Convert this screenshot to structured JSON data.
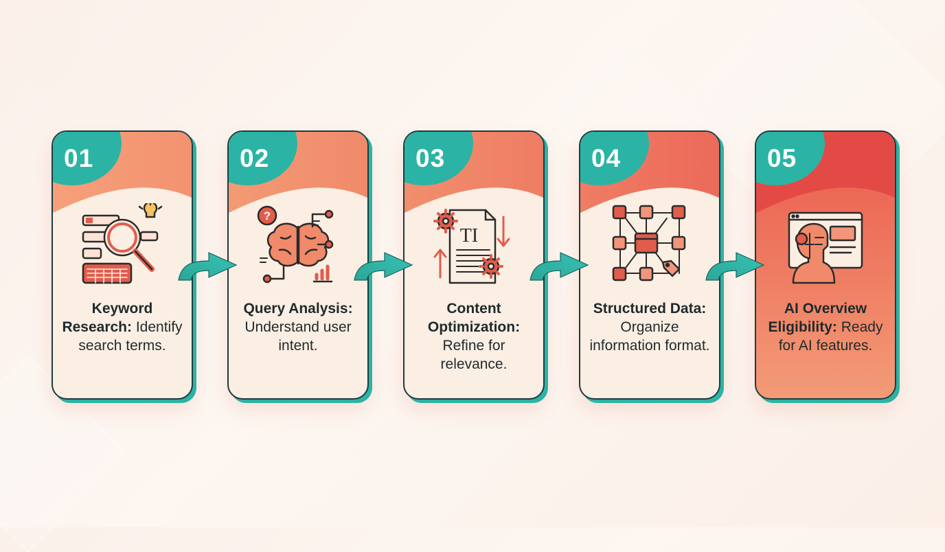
{
  "colors": {
    "teal": "#2bb4a5",
    "coral": "#e95d4f",
    "peach": "#f6a27a",
    "card_bg": "#fbeee3",
    "outline": "#1d3b40"
  },
  "steps": [
    {
      "number": "01",
      "title": "Keyword Research:",
      "desc": "Identify search terms.",
      "icon": "keyword-research-icon"
    },
    {
      "number": "02",
      "title": "Query Analysis:",
      "desc": "Understand user intent.",
      "icon": "brain-analysis-icon"
    },
    {
      "number": "03",
      "title": "Content Optimization:",
      "desc": "Refine for relevance.",
      "icon": "document-gears-icon"
    },
    {
      "number": "04",
      "title": "Structured Data:",
      "desc": "Organize information format.",
      "icon": "data-structure-icon"
    },
    {
      "number": "05",
      "title": "AI Overview Eligibility:",
      "desc": "Ready for AI features.",
      "icon": "ai-robot-icon"
    }
  ]
}
